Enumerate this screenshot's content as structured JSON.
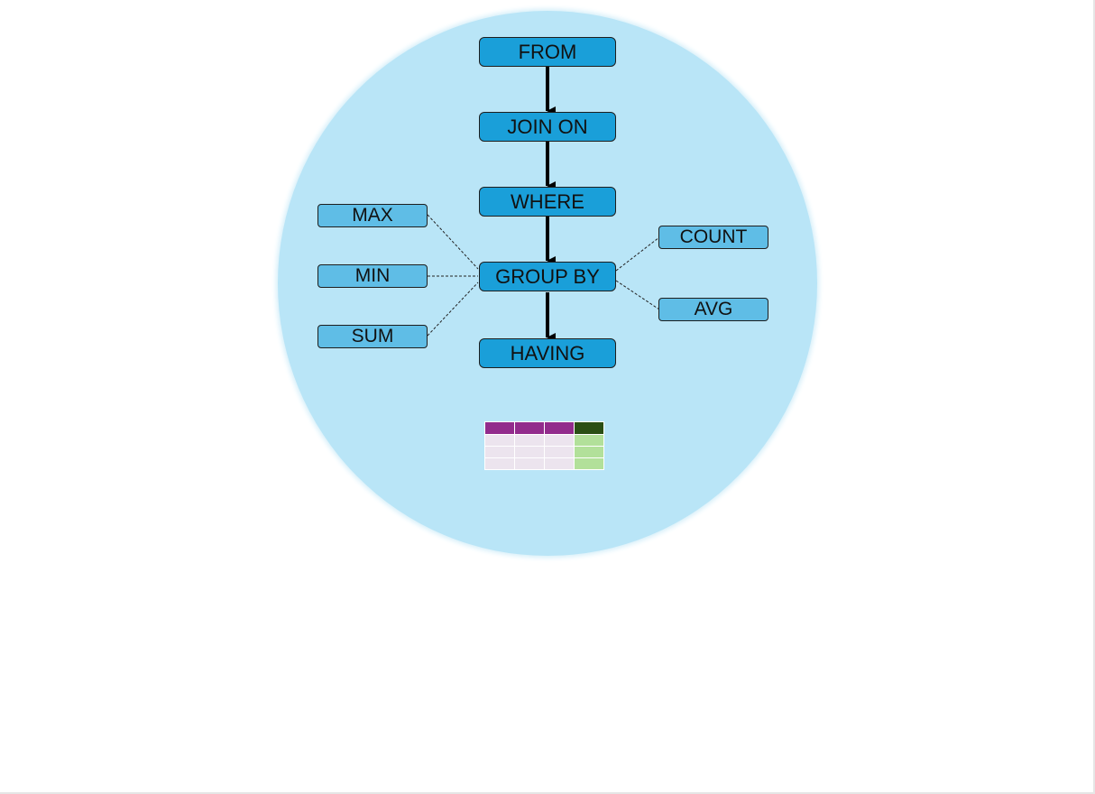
{
  "colors": {
    "circle": "#b9e5f7",
    "clause_box": "#1a9fd9",
    "aggregate_box": "#5fbde6",
    "table_header": "#922b8c",
    "table_header_result": "#2a4f14",
    "table_cell": "#ece4ee",
    "table_cell_result": "#b2e09a"
  },
  "clauses": {
    "from": "FROM",
    "join_on": "JOIN ON",
    "where": "WHERE",
    "group_by": "GROUP BY",
    "having": "HAVING"
  },
  "aggregates": {
    "max": "MAX",
    "min": "MIN",
    "sum": "SUM",
    "count": "COUNT",
    "avg": "AVG"
  },
  "result_table": {
    "columns": 4,
    "body_rows": 3,
    "result_column_index": 3
  }
}
